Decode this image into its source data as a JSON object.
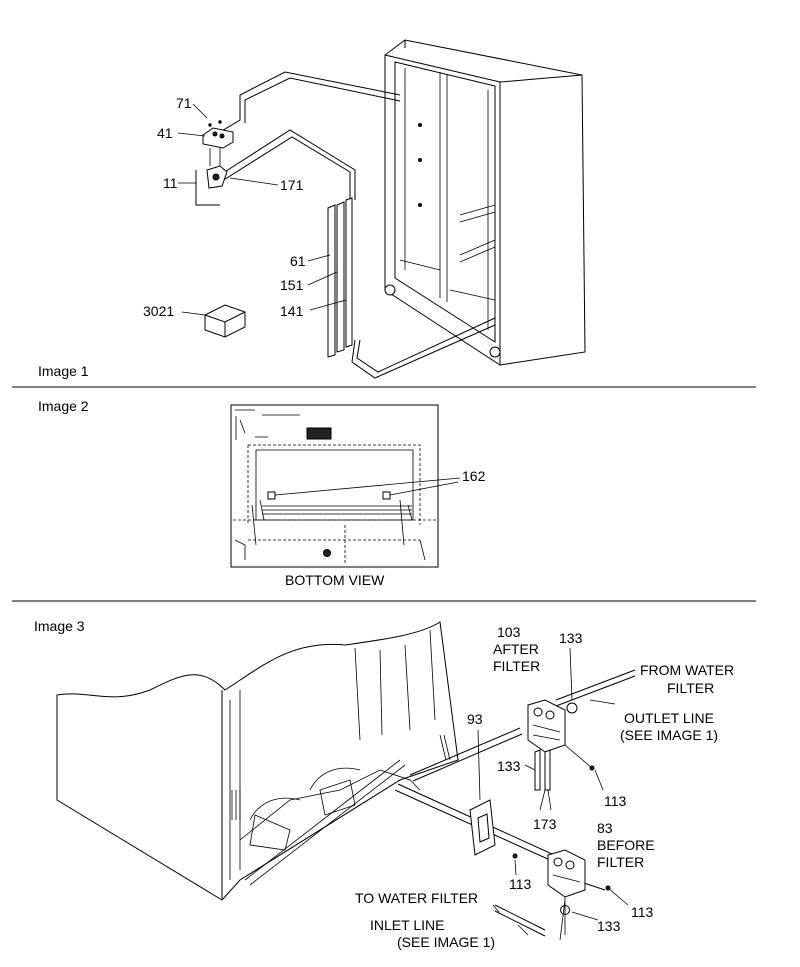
{
  "sections": {
    "image1": "Image 1",
    "image2": "Image 2",
    "image3": "Image 3"
  },
  "image2_caption": "BOTTOM VIEW",
  "callouts": {
    "c71": "71",
    "c41": "41",
    "c11": "11",
    "c171": "171",
    "c61": "61",
    "c151": "151",
    "c141": "141",
    "c3021": "3021",
    "c162": "162",
    "c103": "103",
    "after": "AFTER",
    "filter_a": "FILTER",
    "c133a": "133",
    "from_water": "FROM WATER",
    "filter_b": "FILTER",
    "outlet": "OUTLET LINE",
    "see1a": "(SEE IMAGE 1)",
    "c93": "93",
    "c133b": "133",
    "c113a": "113",
    "c173": "173",
    "c83": "83",
    "before": "BEFORE",
    "filter_c": "FILTER",
    "c113b": "113",
    "c113c": "113",
    "to_water": "TO WATER FILTER",
    "inlet": "INLET LINE",
    "c133c": "133",
    "see1b": "(SEE IMAGE 1)"
  }
}
